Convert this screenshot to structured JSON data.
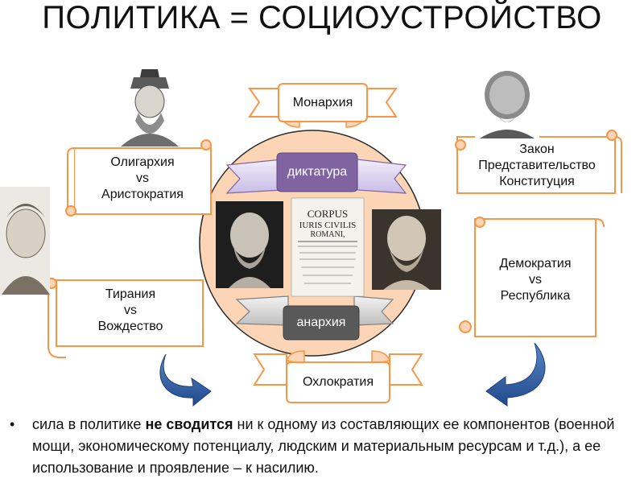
{
  "title": "ПОЛИТИКА = СОЦИОУСТРОЙСТВО",
  "ribbons": {
    "top": "Монархия",
    "bottom": "Охлократия",
    "inner_top": "диктатура",
    "inner_bottom": "анархия"
  },
  "scrolls": {
    "oligarchy": [
      "Олигархия",
      "vs",
      "Аристократия"
    ],
    "law": [
      "Закон",
      "Представительство",
      "Конституция"
    ],
    "tyranny": [
      "Тирания",
      "vs",
      "Вождество"
    ],
    "democracy": [
      "Демократия",
      "vs",
      "Республика"
    ]
  },
  "book_text": [
    "CORPUS",
    "IURIS CIVILIS",
    "ROMANI,"
  ],
  "bullet": {
    "before": "сила в политике ",
    "bold": "не сводится",
    "after": " ни к одному из составляющих ее компонентов (военной мощи, экономическому потенциалу, людским и материальным ресурсам и т.д.), а ее использование и проявление – к насилию."
  },
  "colors": {
    "orange": "#f79646",
    "circle_fill": "#fbd5b5",
    "purple_fill": "#e2d9f3",
    "gray_fill": "#d9d9d9",
    "blue_arrow": "#2e5fa3"
  }
}
